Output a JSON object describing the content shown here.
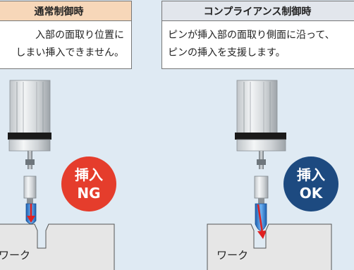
{
  "left_panel": {
    "title": "通常制御時",
    "desc_line1": "入部の面取り位置に",
    "desc_line2": "しまい挿入できません。",
    "badge_line1": "挿入",
    "badge_line2": "NG",
    "work_label": "ワーク"
  },
  "right_panel": {
    "title": "コンプライアンス制御時",
    "desc_line1": "ピンが挿入部の面取り側面に沿って、",
    "desc_line2": "ピンの挿入を支援します。",
    "badge_line1": "挿入",
    "badge_line2": "OK",
    "work_label": "ワーク"
  },
  "colors": {
    "background": "#dfeaf3",
    "left_title_bg": "#f7d7b9",
    "right_title_bg": "#e2e6ec",
    "ng_badge": "#e53d2c",
    "ok_badge": "#1d4a80",
    "arrow": "#e02020",
    "pin": "#2f7fd6"
  }
}
